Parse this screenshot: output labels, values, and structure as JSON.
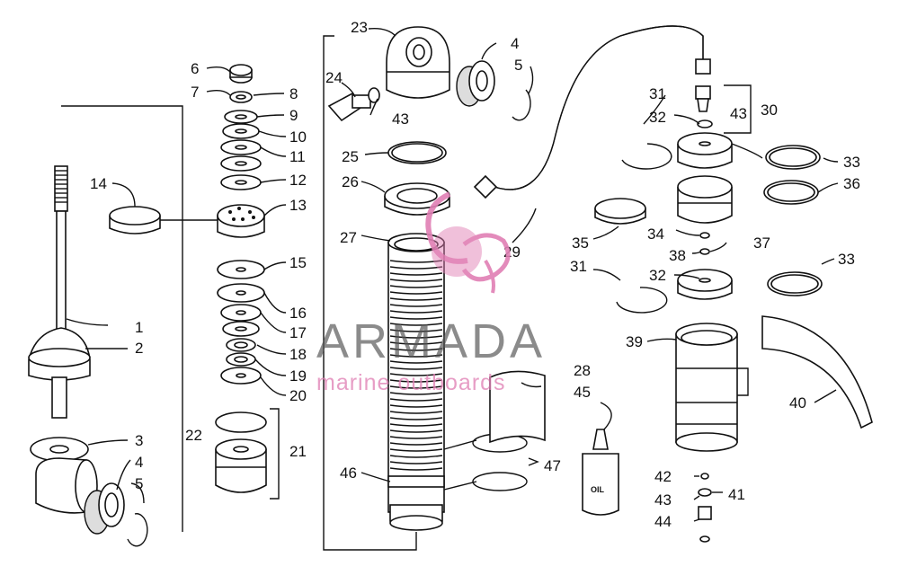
{
  "watermark": {
    "brand": "ARMADA",
    "tagline": "marine outboards",
    "brand_color": "#555555",
    "accent_color": "#e07fb4"
  },
  "container_label": "OIL",
  "callouts": [
    {
      "id": "c1",
      "text": "1"
    },
    {
      "id": "c2",
      "text": "2"
    },
    {
      "id": "c3",
      "text": "3"
    },
    {
      "id": "c4a",
      "text": "4"
    },
    {
      "id": "c5a",
      "text": "5"
    },
    {
      "id": "c6",
      "text": "6"
    },
    {
      "id": "c7",
      "text": "7"
    },
    {
      "id": "c8",
      "text": "8"
    },
    {
      "id": "c9",
      "text": "9"
    },
    {
      "id": "c10",
      "text": "10"
    },
    {
      "id": "c11",
      "text": "11"
    },
    {
      "id": "c12",
      "text": "12"
    },
    {
      "id": "c13",
      "text": "13"
    },
    {
      "id": "c14",
      "text": "14"
    },
    {
      "id": "c15",
      "text": "15"
    },
    {
      "id": "c16",
      "text": "16"
    },
    {
      "id": "c17",
      "text": "17"
    },
    {
      "id": "c18",
      "text": "18"
    },
    {
      "id": "c19",
      "text": "19"
    },
    {
      "id": "c20",
      "text": "20"
    },
    {
      "id": "c21",
      "text": "21"
    },
    {
      "id": "c22",
      "text": "22"
    },
    {
      "id": "c23",
      "text": "23"
    },
    {
      "id": "c24",
      "text": "24"
    },
    {
      "id": "c4b",
      "text": "4"
    },
    {
      "id": "c5b",
      "text": "5"
    },
    {
      "id": "c43a",
      "text": "43"
    },
    {
      "id": "c25",
      "text": "25"
    },
    {
      "id": "c26",
      "text": "26"
    },
    {
      "id": "c27",
      "text": "27"
    },
    {
      "id": "c28",
      "text": "28"
    },
    {
      "id": "c45",
      "text": "45"
    },
    {
      "id": "c29",
      "text": "29"
    },
    {
      "id": "c46",
      "text": "46"
    },
    {
      "id": "c47",
      "text": "47"
    },
    {
      "id": "c31a",
      "text": "31"
    },
    {
      "id": "c32a",
      "text": "32"
    },
    {
      "id": "c43b",
      "text": "43"
    },
    {
      "id": "c30",
      "text": "30"
    },
    {
      "id": "c33a",
      "text": "33"
    },
    {
      "id": "c36",
      "text": "36"
    },
    {
      "id": "c35",
      "text": "35"
    },
    {
      "id": "c34",
      "text": "34"
    },
    {
      "id": "c38",
      "text": "38"
    },
    {
      "id": "c37",
      "text": "37"
    },
    {
      "id": "c31b",
      "text": "31"
    },
    {
      "id": "c32b",
      "text": "32"
    },
    {
      "id": "c33b",
      "text": "33"
    },
    {
      "id": "c39",
      "text": "39"
    },
    {
      "id": "c40",
      "text": "40"
    },
    {
      "id": "c42",
      "text": "42"
    },
    {
      "id": "c43c",
      "text": "43"
    },
    {
      "id": "c41",
      "text": "41"
    },
    {
      "id": "c44",
      "text": "44"
    }
  ]
}
